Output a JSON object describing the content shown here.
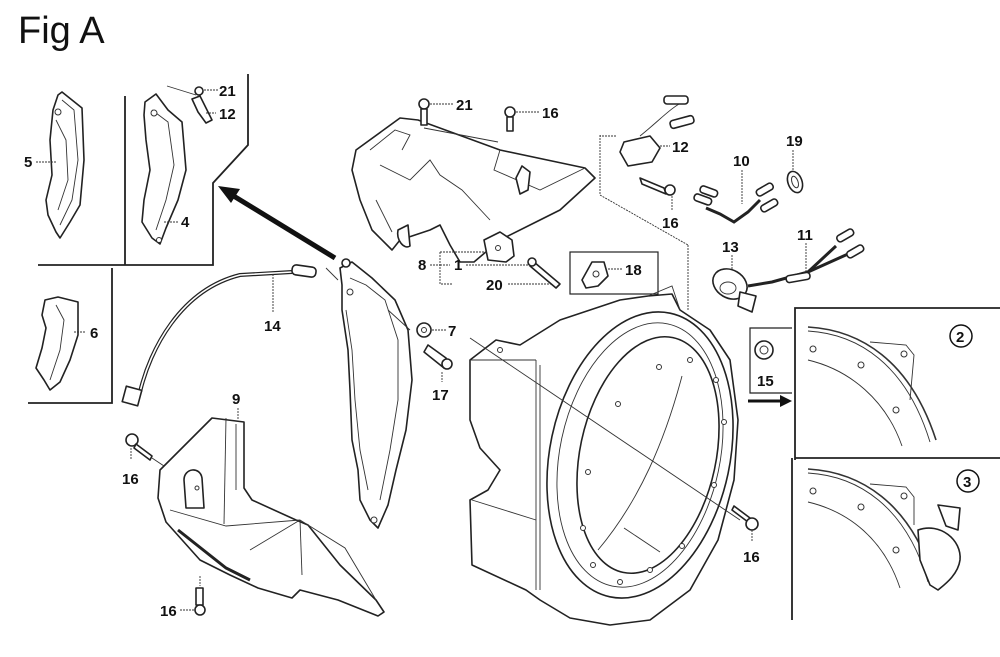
{
  "figure": {
    "title": "Fig A",
    "type": "exploded parts diagram"
  },
  "callouts": {
    "c1": "1",
    "c2": "2",
    "c3": "3",
    "c4": "4",
    "c5": "5",
    "c6": "6",
    "c7": "7",
    "c8": "8",
    "c9": "9",
    "c10": "10",
    "c11": "11",
    "c12a": "12",
    "c12b": "12",
    "c13": "13",
    "c14": "14",
    "c15": "15",
    "c16a": "16",
    "c16b": "16",
    "c16c": "16",
    "c16d": "16",
    "c16e": "16",
    "c17": "17",
    "c18": "18",
    "c19": "19",
    "c20": "20",
    "c21a": "21",
    "c21b": "21"
  },
  "insets": {
    "variant_2": "2",
    "variant_3": "3"
  }
}
